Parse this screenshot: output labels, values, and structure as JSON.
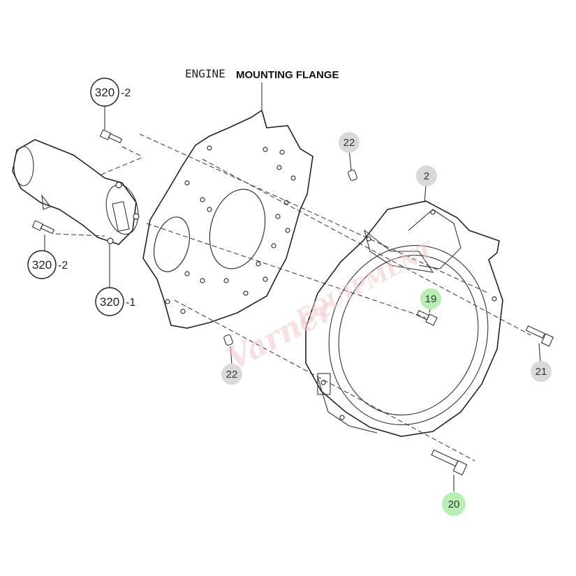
{
  "header": {
    "engine_label": "ENGINE",
    "flange_label": "MOUNTING FLANGE"
  },
  "callouts": {
    "c22_top": "22",
    "c2": "2",
    "c19": "19",
    "c21": "21",
    "c22_bottom": "22",
    "c20": "20"
  },
  "ring_callouts": {
    "r320_top": {
      "number": "320",
      "suffix": "-2"
    },
    "r320_mid": {
      "number": "320",
      "suffix": "-2"
    },
    "r320_bottom": {
      "number": "320",
      "suffix": "-1"
    }
  },
  "watermark": {
    "left": "Varner",
    "right": "EQUIPMENT"
  },
  "colors": {
    "grey_callout": "#d9d9d9",
    "green_callout": "#b7efb2",
    "watermark": "#e48a8a"
  }
}
